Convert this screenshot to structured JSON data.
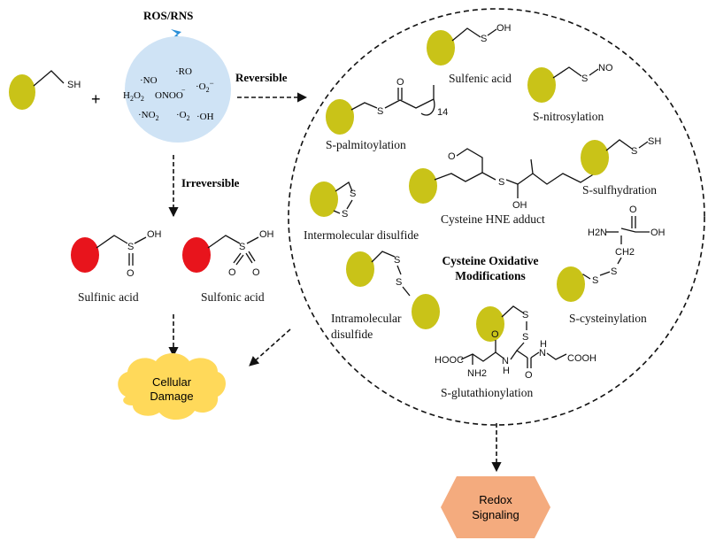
{
  "colors": {
    "residue": "#c9c318",
    "residue_damaged": "#e8141c",
    "ros_circle": "#cfe3f5",
    "cloud": "#ffd95a",
    "hexagon": "#f4ab7e",
    "bolt": "#2a8fd8"
  },
  "start": {
    "thiol": "SH",
    "plus": "+"
  },
  "ros": {
    "title": "ROS/RNS",
    "species": [
      "NO",
      "RO",
      "H2O2",
      "ONOO",
      "O2",
      "NO2",
      "O2",
      "OH"
    ]
  },
  "arrows": {
    "reversible": "Reversible",
    "irreversible": "Irreversible"
  },
  "irreversible": {
    "sulfinic": {
      "label": "Sulfinic acid",
      "groups": [
        "S",
        "O",
        "OH"
      ]
    },
    "sulfonic": {
      "label": "Sulfonic acid",
      "groups": [
        "S",
        "O",
        "O",
        "OH"
      ]
    }
  },
  "damage": {
    "line1": "Cellular",
    "line2": "Damage"
  },
  "redox": {
    "line1": "Redox",
    "line2": "Signaling"
  },
  "modifications": {
    "center_line1": "Cysteine Oxidative",
    "center_line2": "Modifications",
    "sulfenic": {
      "label": "Sulfenic acid",
      "groups": [
        "S",
        "OH"
      ]
    },
    "nitrosylation": {
      "label": "S-nitrosylation",
      "groups": [
        "S",
        "NO"
      ]
    },
    "palmitoylation": {
      "label": "S-palmitoylation",
      "groups": [
        "S",
        "O",
        "14"
      ]
    },
    "hne": {
      "label": "Cysteine HNE adduct",
      "groups": [
        "O",
        "S",
        "OH"
      ]
    },
    "sulfhydration": {
      "label": "S-sulfhydration",
      "groups": [
        "S",
        "SH"
      ]
    },
    "intermolecular": {
      "label": "Intermolecular disulfide",
      "groups": [
        "S",
        "S"
      ]
    },
    "cysteinylation": {
      "label": "S-cysteinylation",
      "groups": [
        "H2N",
        "O",
        "OH",
        "CH2",
        "S",
        "S"
      ]
    },
    "intramolecular": {
      "line1": "Intramolecular",
      "line2": "disulfide",
      "groups": [
        "S",
        "S"
      ]
    },
    "glutathionylation": {
      "label": "S-glutathionylation",
      "groups": [
        "S",
        "S",
        "HOOC",
        "NH2",
        "O",
        "N",
        "H",
        "O",
        "N",
        "H",
        "COOH"
      ]
    }
  }
}
